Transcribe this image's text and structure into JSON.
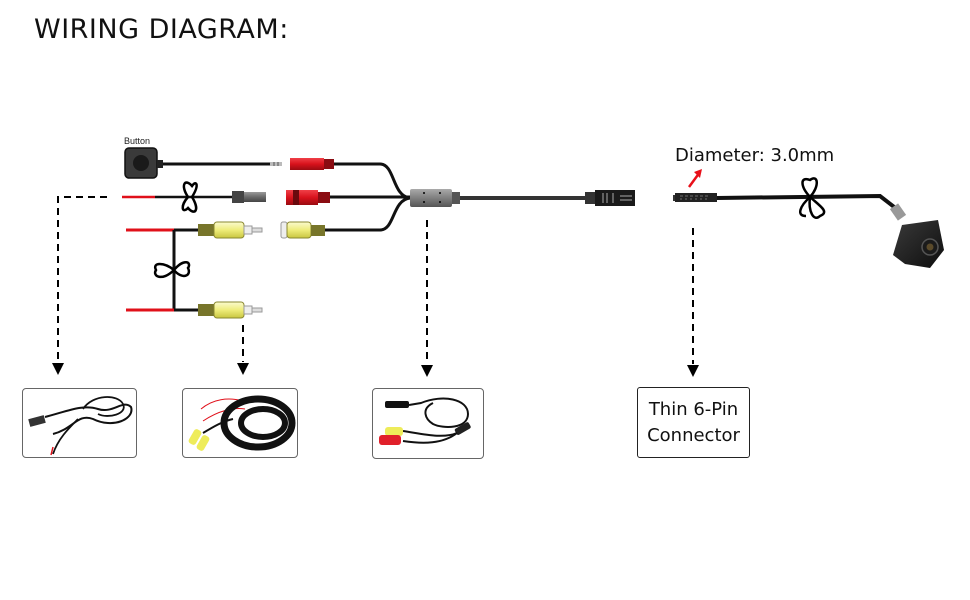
{
  "title": "WIRING DIAGRAM:",
  "labels": {
    "button": "Button",
    "diameter": "Diameter: 3.0mm"
  },
  "connector_box": {
    "line1": "Thin 6-Pin",
    "line2": "Connector"
  },
  "icons": {
    "push_button": "push-button-icon",
    "camera": "rear-camera-icon",
    "cable_tie": "cable-tie-icon",
    "rca_plug": "rca-plug-icon",
    "dc_jack": "dc-jack-icon",
    "arrow": "arrow-down-icon"
  },
  "colors": {
    "wire": "#111111",
    "red_wire": "#e0101a",
    "rca_yellow": "#f0ee9a",
    "red_connector": "#d8121c",
    "highlight_arrow": "#e8101a"
  }
}
